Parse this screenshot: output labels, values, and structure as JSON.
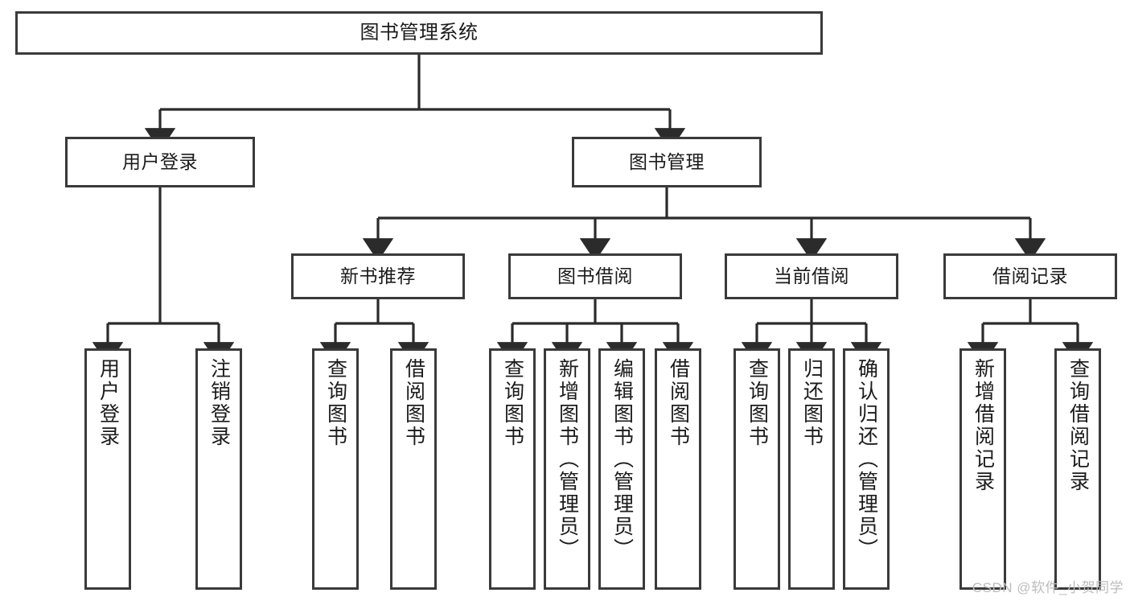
{
  "diagram": {
    "title": "图书管理系统",
    "type": "hierarchy-tree",
    "colors": {
      "box_border": "#3a3a3a",
      "box_fill": "#ffffff",
      "connector": "#2b2b2b",
      "background": "#ffffff",
      "watermark": "#bcbcbc"
    },
    "nodes": {
      "root": {
        "label": "图书管理系统"
      },
      "level1": [
        {
          "id": "user-login",
          "label": "用户登录"
        },
        {
          "id": "book-management",
          "label": "图书管理"
        }
      ],
      "level2": [
        {
          "id": "new-book-recommend",
          "label": "新书推荐"
        },
        {
          "id": "book-borrow",
          "label": "图书借阅"
        },
        {
          "id": "current-borrow",
          "label": "当前借阅"
        },
        {
          "id": "borrow-record",
          "label": "借阅记录"
        }
      ],
      "leaves": {
        "user-login": [
          {
            "id": "leaf-user-login",
            "label": "用户登录"
          },
          {
            "id": "leaf-logout-login",
            "label": "注销登录"
          }
        ],
        "new-book-recommend": [
          {
            "id": "leaf-query-book-1",
            "label": "查询图书"
          },
          {
            "id": "leaf-borrow-book-1",
            "label": "借阅图书"
          }
        ],
        "book-borrow": [
          {
            "id": "leaf-query-book-2",
            "label": "查询图书"
          },
          {
            "id": "leaf-add-book",
            "label": "新增图书（管理员）"
          },
          {
            "id": "leaf-edit-book",
            "label": "编辑图书（管理员）"
          },
          {
            "id": "leaf-borrow-book-2",
            "label": "借阅图书"
          }
        ],
        "current-borrow": [
          {
            "id": "leaf-query-book-3",
            "label": "查询图书"
          },
          {
            "id": "leaf-return-book",
            "label": "归还图书"
          },
          {
            "id": "leaf-confirm-return",
            "label": "确认归还（管理员）"
          }
        ],
        "borrow-record": [
          {
            "id": "leaf-add-record",
            "label": "新增借阅记录"
          },
          {
            "id": "leaf-query-record",
            "label": "查询借阅记录"
          }
        ]
      }
    }
  },
  "watermark": {
    "text": "CSDN @软件_小贺同学"
  }
}
